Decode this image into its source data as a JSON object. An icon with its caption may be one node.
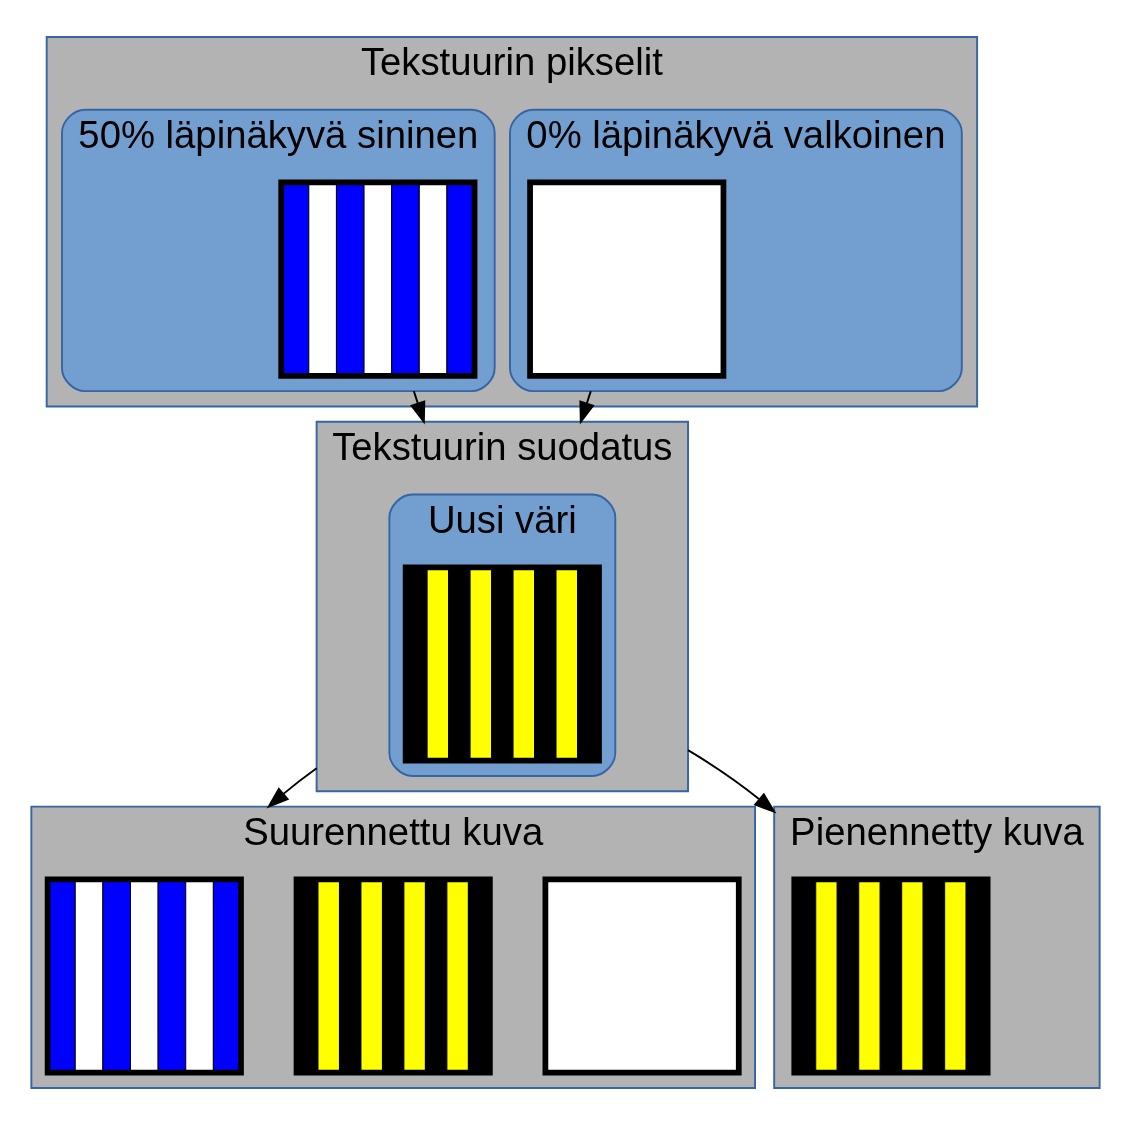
{
  "diagram": {
    "nodes": [
      {
        "text": [
          "Tekstuurin pikselit"
        ]
      },
      {
        "text": [
          "50% läpinäkyvä sininen"
        ],
        "in": 0
      },
      {
        "text": [],
        "shape": "box",
        "in": 1
      },
      {
        "text": [
          "0% läpinäkyvä valkoinen"
        ],
        "in": 0
      },
      {
        "text": [],
        "shape": "box",
        "in": 3
      },
      {
        "text": [
          "Tekstuurin suodatus"
        ]
      },
      {
        "text": [
          "Uusi väri"
        ],
        "in": 5
      },
      {
        "text": [],
        "shape": "box",
        "in": 6
      },
      {
        "text": [
          "Suurennettu kuva"
        ]
      },
      {
        "text": [],
        "shape": "box",
        "in": 8
      },
      {
        "text": [],
        "shape": "box",
        "in": 8
      },
      {
        "text": [],
        "shape": "box",
        "in": 8
      },
      {
        "text": [
          "Pienennetty kuva"
        ]
      },
      {
        "text": [],
        "shape": "box",
        "in": 12
      }
    ],
    "edges": [
      {
        "from": 1,
        "to": 5,
        "arrow": "to"
      },
      {
        "from": 3,
        "to": 5,
        "arrow": "to"
      },
      {
        "from": 5,
        "to": 8,
        "arrow": "to"
      },
      {
        "from": 5,
        "to": 12,
        "arrow": "to"
      }
    ]
  }
}
